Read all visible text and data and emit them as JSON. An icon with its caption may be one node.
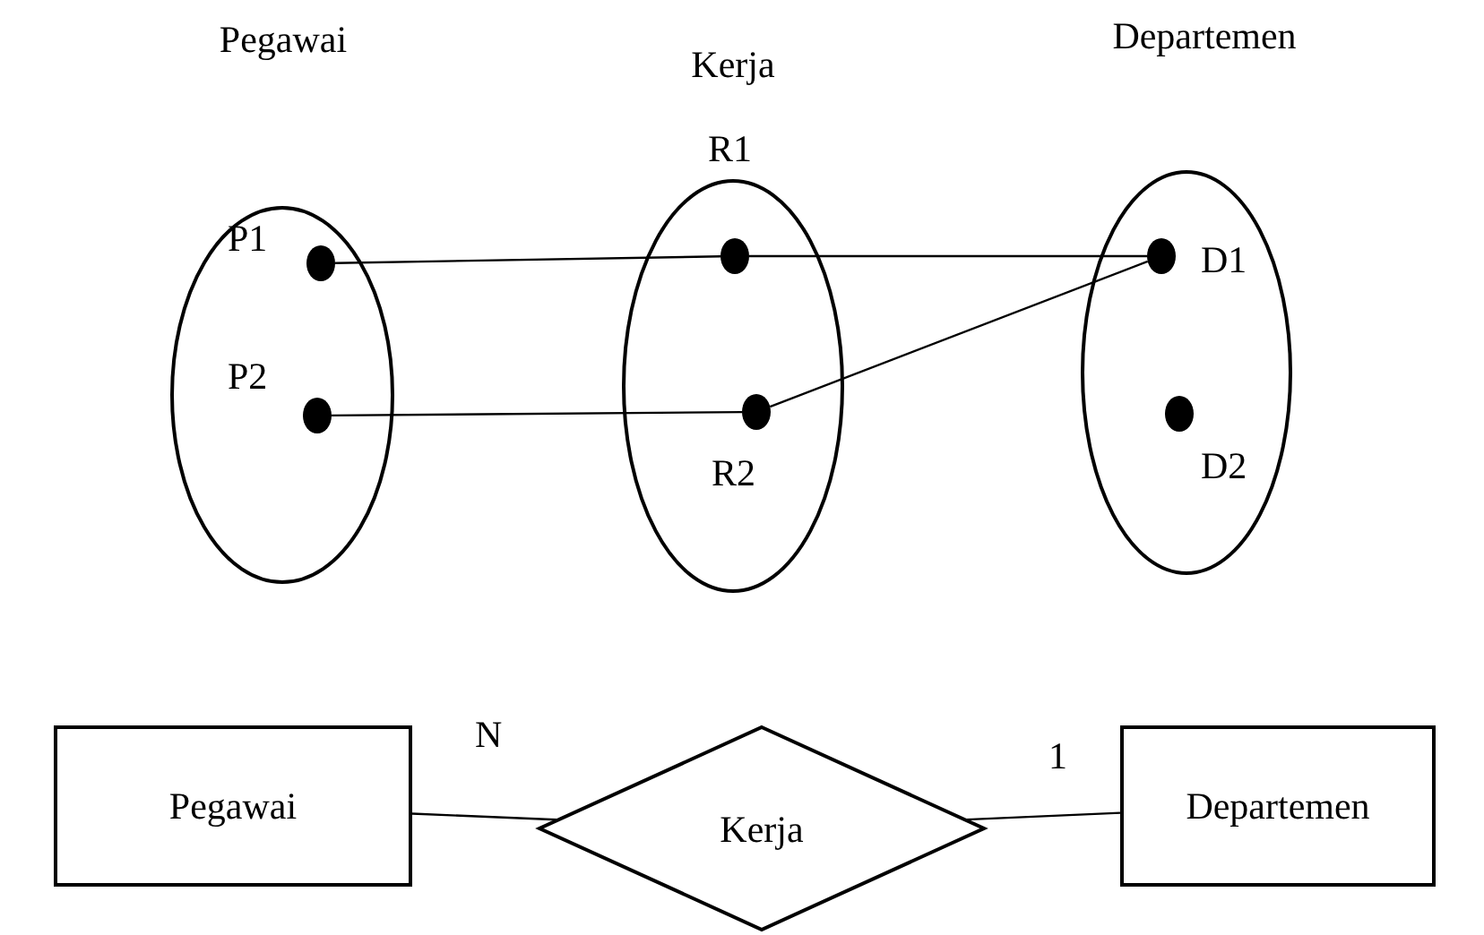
{
  "diagram": {
    "nodes": [
      {
        "text": [
          "Pegawai"
        ]
      },
      {
        "text": [],
        "shape": "circle",
        "in": 0,
        "beside": [
          "P1"
        ]
      },
      {
        "text": [],
        "shape": "circle",
        "in": 0,
        "beside": [
          "P2"
        ]
      },
      {
        "text": [
          "Kerja"
        ]
      },
      {
        "text": [],
        "shape": "circle",
        "in": 3,
        "beside": [
          "R1"
        ]
      },
      {
        "text": [],
        "shape": "circle",
        "in": 3,
        "beside": [
          "R2"
        ]
      },
      {
        "text": [
          "Departemen"
        ]
      },
      {
        "text": [],
        "shape": "circle",
        "in": 6,
        "beside": [
          "D1"
        ]
      },
      {
        "text": [],
        "shape": "circle",
        "in": 6,
        "beside": [
          "D2"
        ]
      },
      {
        "text": [
          "Pegawai"
        ]
      },
      {
        "text": [
          "Kerja"
        ]
      },
      {
        "text": [
          "Departemen"
        ]
      }
    ],
    "edges": [
      {
        "from": 1,
        "to": 4,
        "arrow": "none"
      },
      {
        "from": 4,
        "to": 7,
        "arrow": "none"
      },
      {
        "from": 2,
        "to": 5,
        "arrow": "none"
      },
      {
        "from": 5,
        "to": 7,
        "arrow": "none"
      },
      {
        "from": 9,
        "to": 10,
        "arrow": "none",
        "label": "N"
      },
      {
        "from": 10,
        "to": 11,
        "arrow": "none",
        "label": "1"
      }
    ]
  }
}
